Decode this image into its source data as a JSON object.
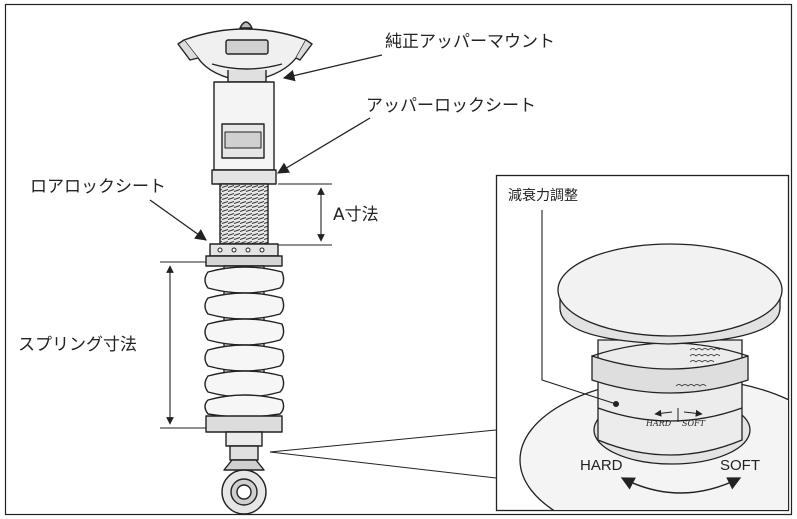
{
  "labels": {
    "upper_mount": "純正アッパーマウント",
    "upper_lock_seat": "アッパーロックシート",
    "lower_lock_seat": "ロアロックシート",
    "a_dimension": "A寸法",
    "spring_dimension": "スプリング寸法",
    "damping_adjust": "減衰力調整",
    "hard": "HARD",
    "soft": "SOFT",
    "knob_hard": "HARD",
    "knob_soft": "SOFT"
  },
  "colors": {
    "line": "#222222",
    "fill_light": "#f2f2f2",
    "fill_mid": "#d9d9d9",
    "fill_dark": "#9a9a9a"
  }
}
